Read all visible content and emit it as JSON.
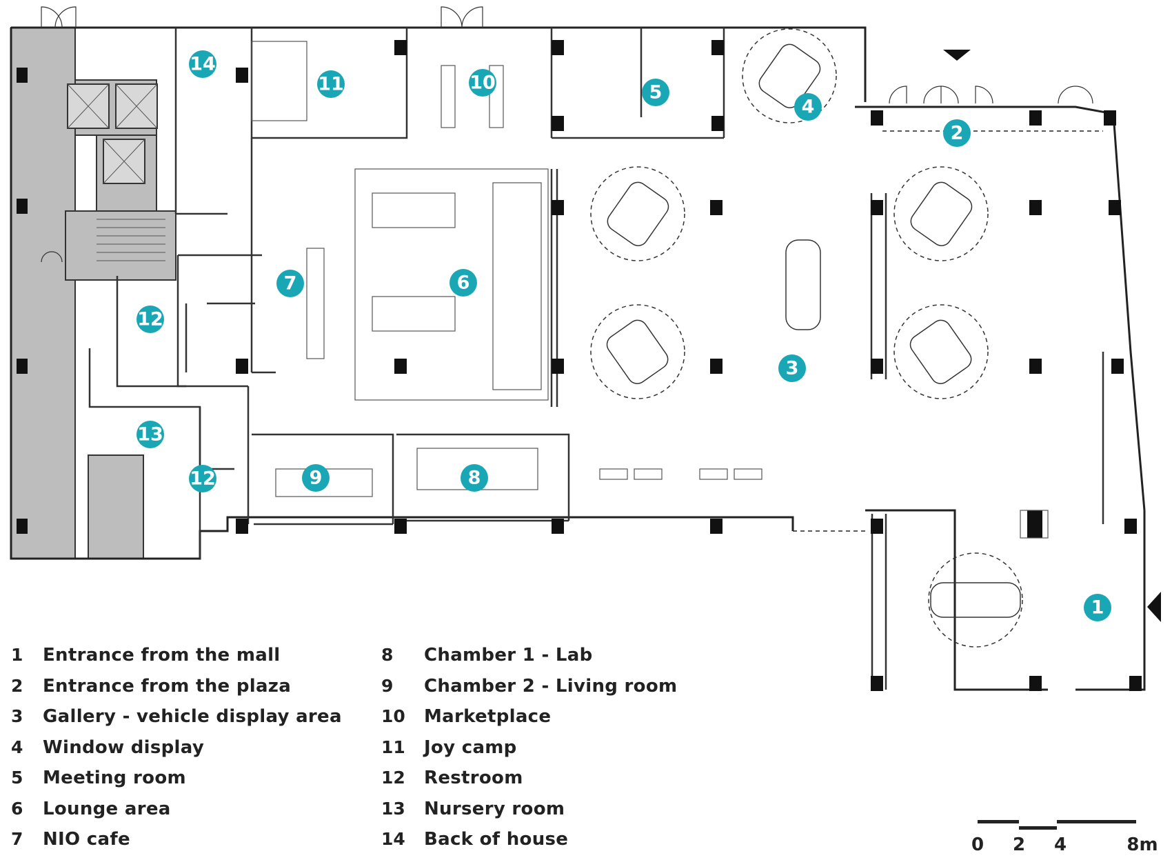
{
  "legend_left": [
    {
      "num": "1",
      "label": "Entrance from the mall"
    },
    {
      "num": "2",
      "label": "Entrance from the plaza"
    },
    {
      "num": "3",
      "label": "Gallery - vehicle display area"
    },
    {
      "num": "4",
      "label": "Window display"
    },
    {
      "num": "5",
      "label": "Meeting room"
    },
    {
      "num": "6",
      "label": "Lounge area"
    },
    {
      "num": "7",
      "label": "NIO cafe"
    }
  ],
  "legend_right": [
    {
      "num": "8",
      "label": "Chamber 1 - Lab"
    },
    {
      "num": "9",
      "label": "Chamber 2 - Living room"
    },
    {
      "num": "10",
      "label": "Marketplace"
    },
    {
      "num": "11",
      "label": "Joy camp"
    },
    {
      "num": "12",
      "label": "Restroom"
    },
    {
      "num": "13",
      "label": "Nursery room"
    },
    {
      "num": "14",
      "label": "Back of house"
    }
  ],
  "markers": {
    "m1": "1",
    "m2": "2",
    "m3": "3",
    "m4": "4",
    "m5": "5",
    "m6": "6",
    "m7": "7",
    "m8": "8",
    "m9": "9",
    "m10": "10",
    "m11": "11",
    "m12a": "12",
    "m12b": "12",
    "m13": "13",
    "m14": "14"
  },
  "scale_bar": {
    "t0": "0",
    "t1": "2",
    "t2": "4",
    "t3": "8m"
  },
  "colors": {
    "marker": "#1aa7b5",
    "core": "#bdbdbd",
    "wall": "#222222"
  }
}
